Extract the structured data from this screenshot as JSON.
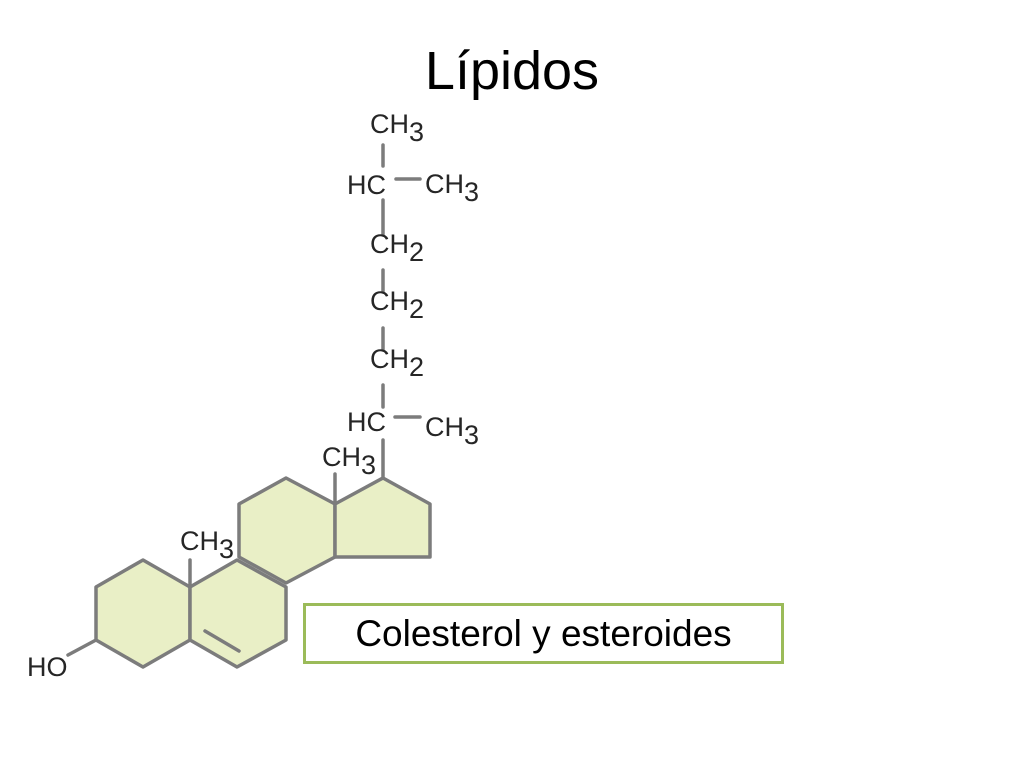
{
  "slide": {
    "title": "Lípidos",
    "caption": "Colesterol y esteroides"
  },
  "colors": {
    "ring_fill": "#e9efc6",
    "bond_stroke": "#7c7c7c",
    "caption_border": "#9bbb59",
    "label_text": "#262626"
  },
  "molecule": {
    "name": "Colesterol",
    "labels": {
      "terminal_ch3_top": {
        "base": "CH",
        "sub": "3"
      },
      "branch_hc": {
        "base": "HC",
        "sub": ""
      },
      "branch_ch3": {
        "base": "CH",
        "sub": "3"
      },
      "chain_ch2_1": {
        "base": "CH",
        "sub": "2"
      },
      "chain_ch2_2": {
        "base": "CH",
        "sub": "2"
      },
      "chain_ch2_3": {
        "base": "CH",
        "sub": "2"
      },
      "lower_hc": {
        "base": "HC",
        "sub": ""
      },
      "lower_ch3": {
        "base": "CH",
        "sub": "3"
      },
      "c18_methyl": {
        "base": "CH",
        "sub": "3"
      },
      "c19_methyl": {
        "base": "CH",
        "sub": "3"
      },
      "hydroxyl": {
        "base": "HO",
        "sub": ""
      }
    }
  }
}
